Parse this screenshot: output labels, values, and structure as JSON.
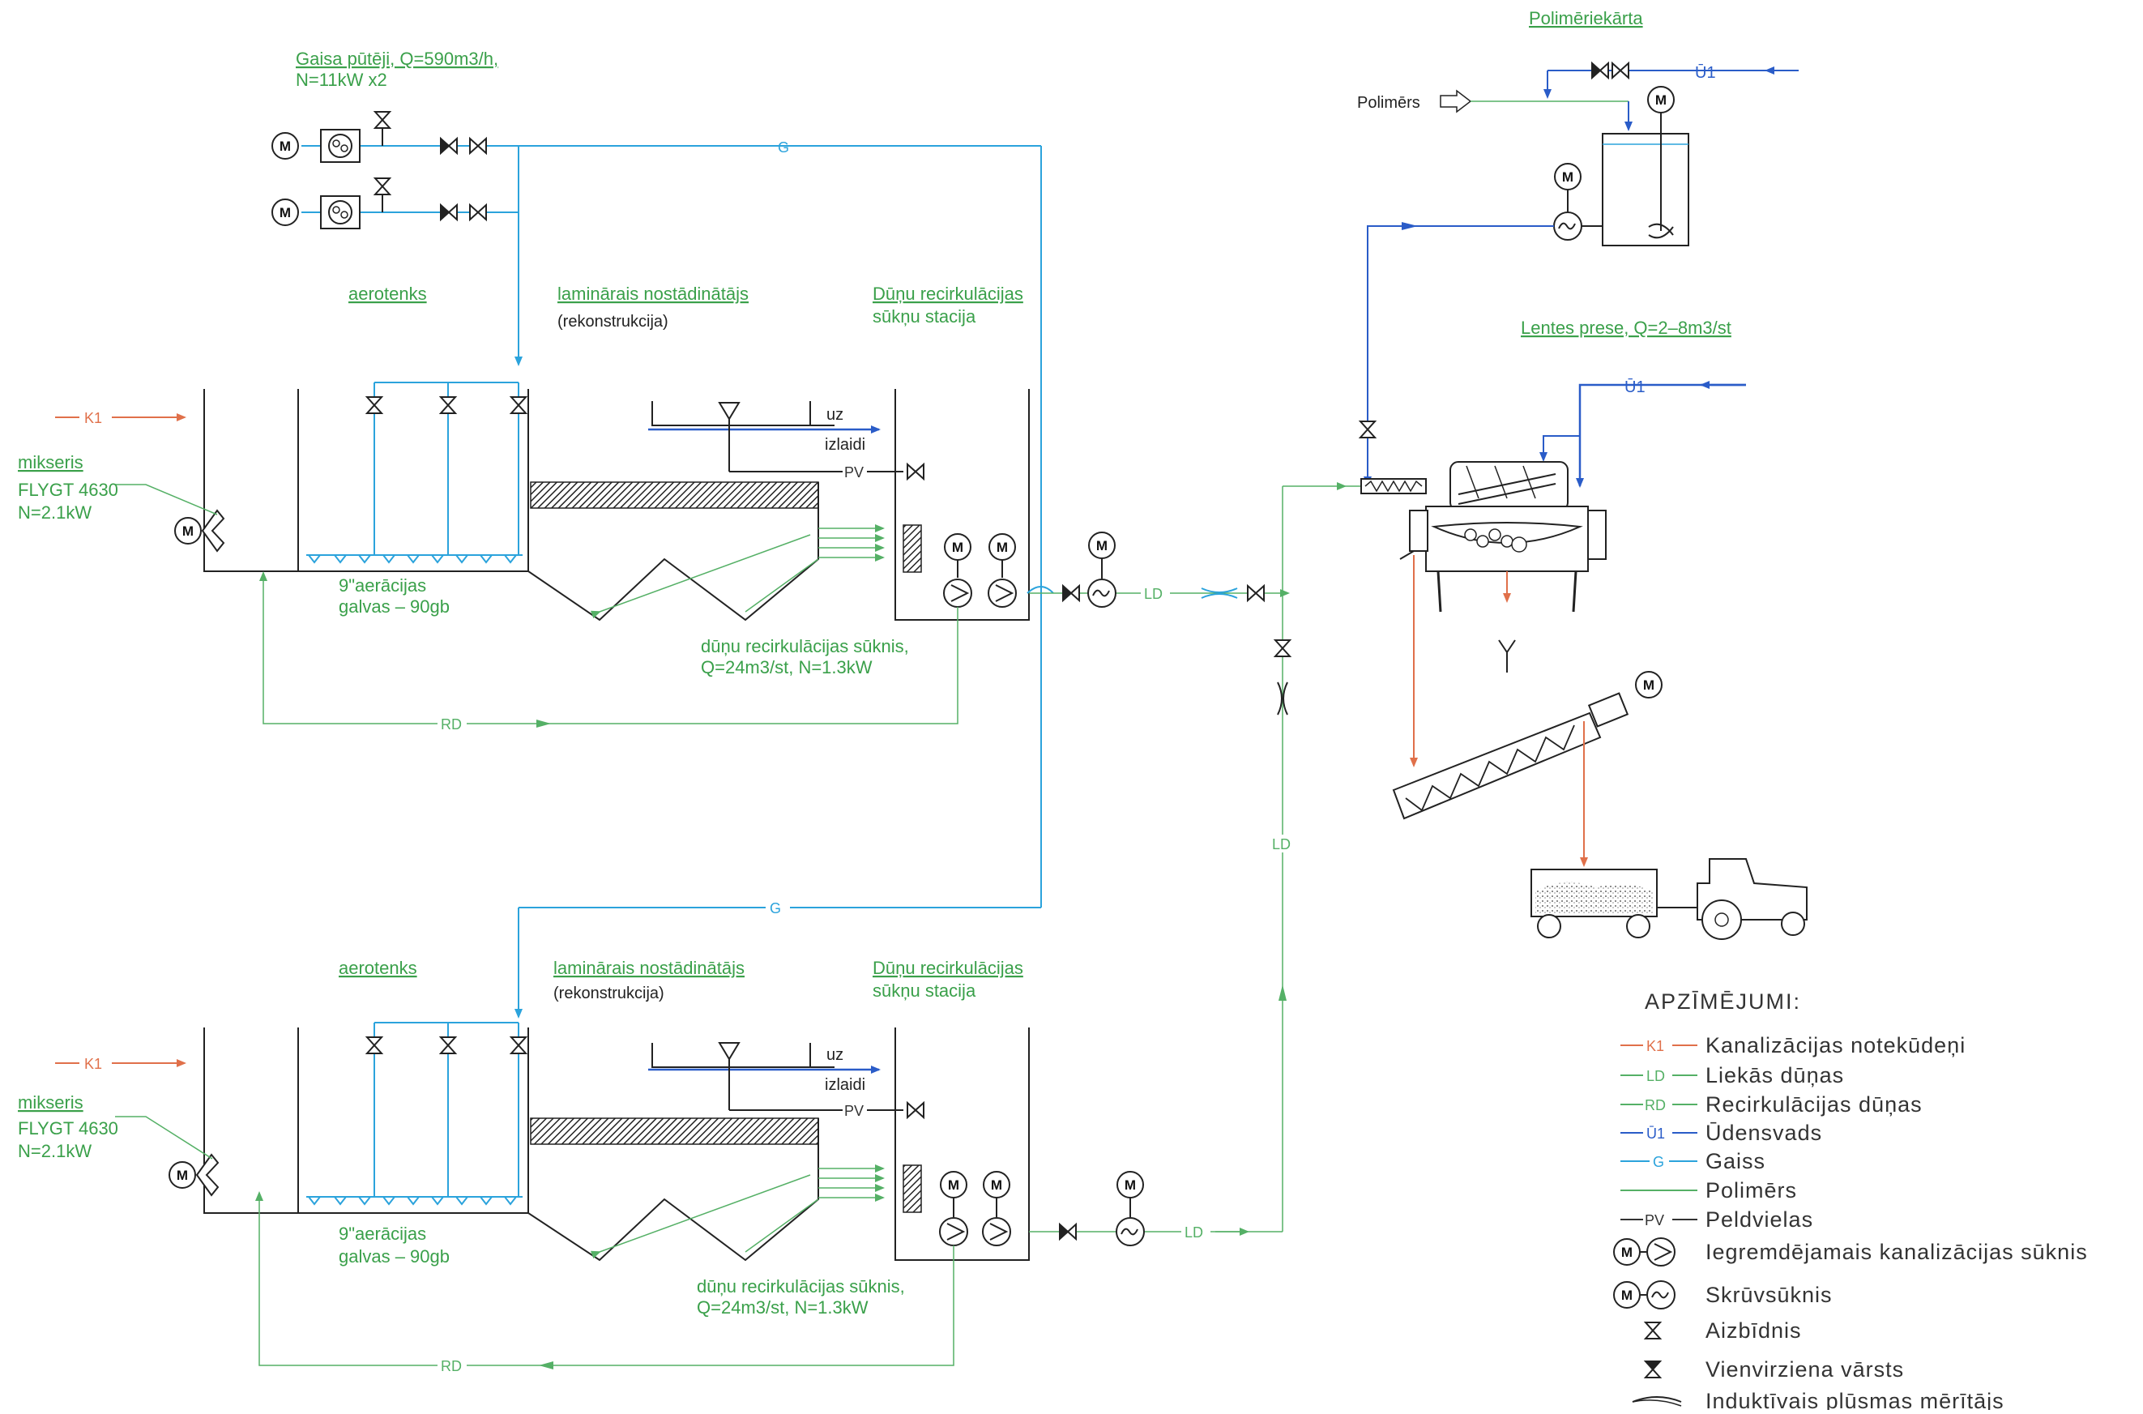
{
  "blowers": {
    "line1": "Gaisa pūtēji, Q=590m3/h,",
    "line2": "N=11kW  x2"
  },
  "trains": [
    {
      "aerotank": "aerotenks",
      "settler_1": "laminārais  nostādinātājs",
      "settler_2": "(rekonstrukcija)",
      "pumpstation_1": "Dūņu  recirkulācijas",
      "pumpstation_2": "sūkņu  stacija",
      "mixer_1": "mikseris",
      "mixer_2": "FLYGT  4630",
      "mixer_3": "N=2.1kW",
      "aeration_1": "9\"aerācijas",
      "aeration_2": "galvas  –  90gb",
      "pump_1": "dūņu  recirkulācijas  sūknis,",
      "pump_2": "Q=24m3/st,  N=1.3kW",
      "outlet_1": "uz",
      "outlet_2": "izlaidi",
      "k1": "K1",
      "rd": "RD",
      "ld": "LD",
      "pv": "PV",
      "g": "G"
    },
    {
      "aerotank": "aerotenks",
      "settler_1": "laminārais  nostādinātājs",
      "settler_2": "(rekonstrukcija)",
      "pumpstation_1": "Dūņu  recirkulācijas",
      "pumpstation_2": "sūkņu  stacija",
      "mixer_1": "mikseris",
      "mixer_2": "FLYGT  4630",
      "mixer_3": "N=2.1kW",
      "aeration_1": "9\"aerācijas",
      "aeration_2": "galvas  –  90gb",
      "pump_1": "dūņu  recirkulācijas  sūknis,",
      "pump_2": "Q=24m3/st,  N=1.3kW",
      "outlet_1": "uz",
      "outlet_2": "izlaidi",
      "k1": "K1",
      "rd": "RD",
      "ld": "LD",
      "pv": "PV",
      "g": "G"
    }
  ],
  "main_ld": "LD",
  "polymer_unit": {
    "title": "Polimēriekārta",
    "input": "Polimērs",
    "water": "Ū1"
  },
  "belt_press": {
    "title": "Lentes  prese,  Q=2–8m3/st",
    "water": "Ū1"
  },
  "motor_letter": "M",
  "legend": {
    "title": "APZĪMĒJUMI:",
    "items": [
      {
        "code": "K1",
        "label": "Kanalizācijas  notekūdeņi",
        "color": "#e0704a"
      },
      {
        "code": "LD",
        "label": "Liekās  dūņas",
        "color": "#55b066"
      },
      {
        "code": "RD",
        "label": "Recirkulācijas  dūņas",
        "color": "#55b066"
      },
      {
        "code": "Ū1",
        "label": "Ūdensvads",
        "color": "#2a5cc8"
      },
      {
        "code": "G",
        "label": "Gaiss",
        "color": "#2ba3dc"
      },
      {
        "code": "",
        "label": "Polimērs",
        "color": "#55b066"
      },
      {
        "code": "PV",
        "label": "Peldvielas",
        "color": "#333333"
      }
    ],
    "symbols": [
      {
        "icon": "submersible-pump-icon",
        "label": "Iegremdējamais  kanalizācijas  sūknis"
      },
      {
        "icon": "screw-pump-icon",
        "label": "Skrūvsūknis"
      },
      {
        "icon": "gate-valve-icon",
        "label": "Aizbīdnis"
      },
      {
        "icon": "check-valve-icon",
        "label": "Vienvirziena  vārsts"
      },
      {
        "icon": "flowmeter-icon",
        "label": "Induktīvais  plūsmas  mērītājs"
      }
    ]
  },
  "colors": {
    "sewage": "#e0704a",
    "sludge": "#55b066",
    "water": "#2a5cc8",
    "air": "#2ba3dc",
    "black": "#222222"
  }
}
